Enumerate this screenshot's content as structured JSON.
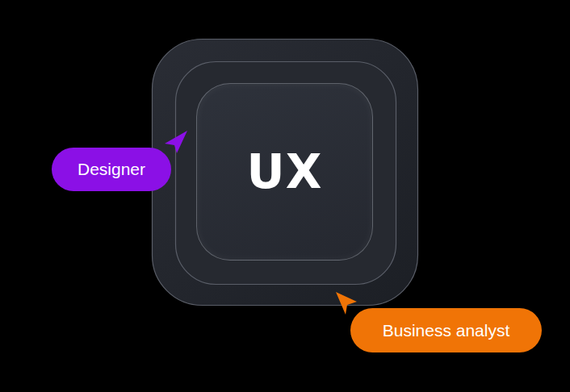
{
  "diagram": {
    "nodes": [
      {
        "text": [
          "UX"
        ]
      },
      {
        "text": [
          "Designer"
        ]
      },
      {
        "text": [
          "Business analyst"
        ]
      }
    ]
  }
}
